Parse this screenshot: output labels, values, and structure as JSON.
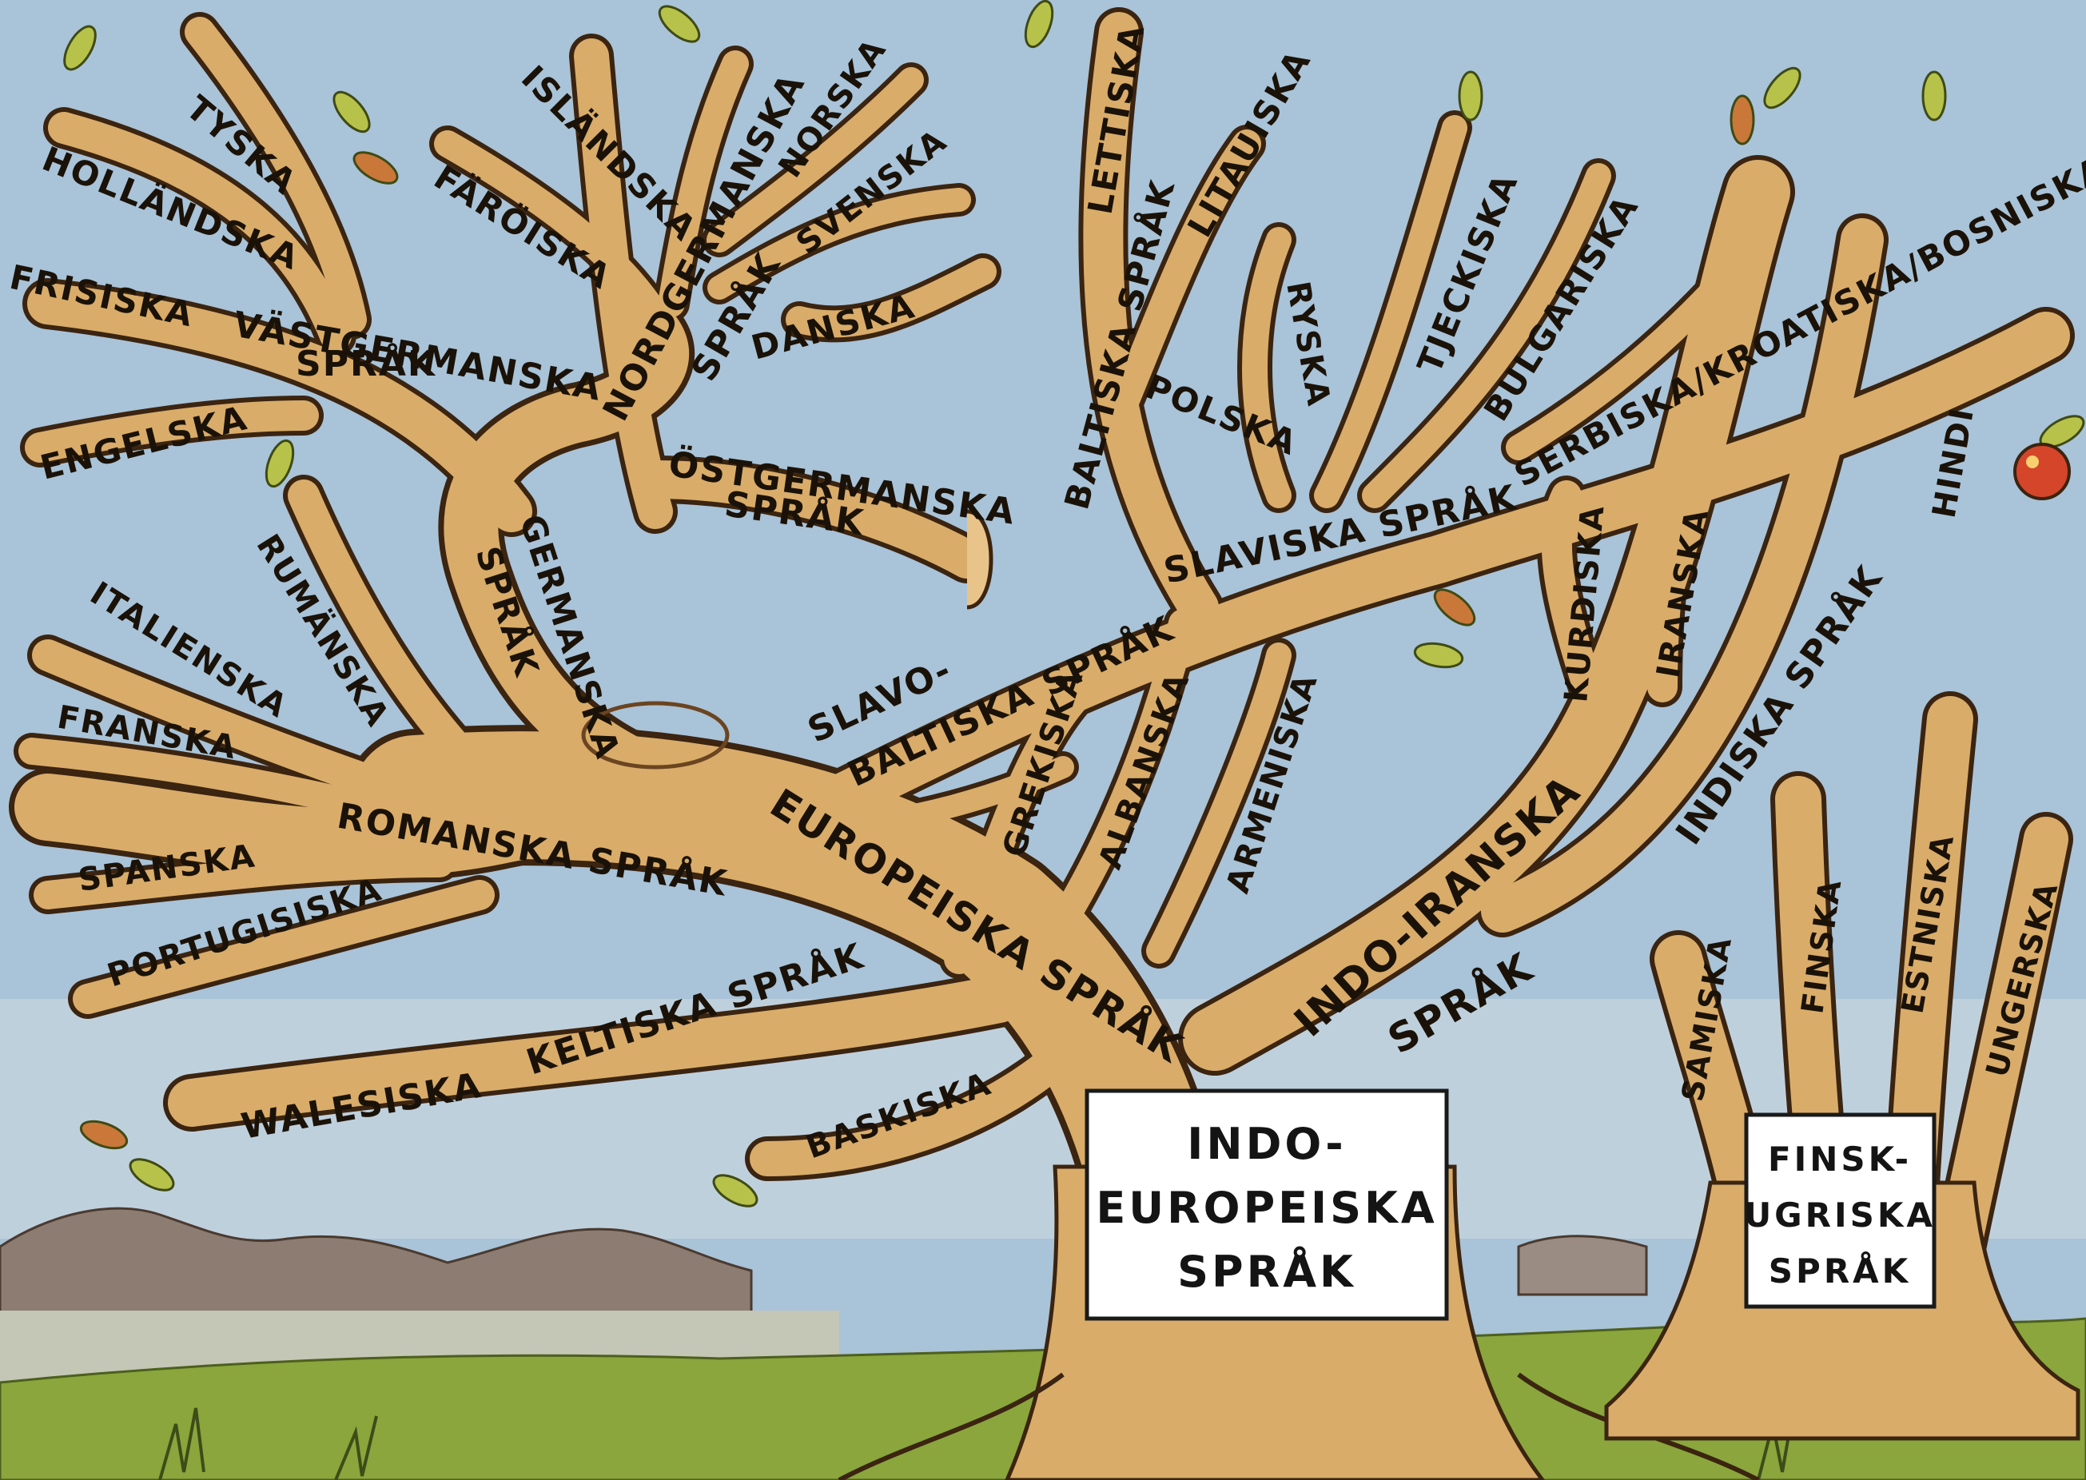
{
  "colors": {
    "sky": "#a9c3d8",
    "branch": "#d9ac6a",
    "branch_outline": "#3b2410",
    "grass": "#8aa63c",
    "mountain": "#8c7c72",
    "water": "#c4c6b6",
    "sign": "#ffffff",
    "leaf": "#b6c24a",
    "apple": "#d4452a"
  },
  "signs": {
    "indo_european": [
      "INDO-",
      "EUROPEISKA",
      "SPRÅK"
    ],
    "finno_ugric": [
      "FINSK-",
      "UGRISKA",
      "SPRÅK"
    ]
  },
  "labels": {
    "hollandska": "HOLLÄNDSKA",
    "tyska": "TYSKA",
    "frisiska": "FRISISKA",
    "vastgermanska": "VÄSTGERMANSKA",
    "vastgermanska_sprak": "SPRÅK",
    "engelska": "ENGELSKA",
    "islandska": "ISLÄNDSKA",
    "faroiska": "FÄRÖISKA",
    "nordgermanska": "NORDGERMANSKA",
    "nordgermanska_sprak": "SPRÅK",
    "norska": "NORSKA",
    "svenska": "SVENSKA",
    "danska": "DANSKA",
    "ostgermanska": "ÖSTGERMANSKA",
    "ostgermanska_sprak": "SPRÅK",
    "germanska": "GERMANSKA",
    "germanska_sprak": "SPRÅK",
    "lettiska": "LETTISKA",
    "baltiska": "BALTISKA SPRÅK",
    "litauiska": "LITAUISKA",
    "polska": "POLSKA",
    "ryska": "RYSKA",
    "tjeckiska": "TJECKISKA",
    "bulgariska": "BULGARISKA",
    "serbiska": "SERBISKA/KROATISKA/BOSNISKA",
    "slaviska": "SLAVISKA SPRÅK",
    "slavo": "SLAVO-",
    "slavo_baltiska": "BALTISKA SPRÅK",
    "rumanska": "RUMÄNSKA",
    "italienska": "ITALIENSKA",
    "franska": "FRANSKA",
    "spanska": "SPANSKA",
    "portugisiska": "PORTUGISISKA",
    "romanska": "ROMANSKA SPRÅK",
    "europeiska": "EUROPEISKA SPRÅK",
    "grekiska": "GREKISKA",
    "albanska": "ALBANSKA",
    "armeniska": "ARMENISKA",
    "kurdiska": "KURDISKA",
    "iranska": "IRANSKA",
    "hindi": "HINDI",
    "indiska": "INDISKA SPRÅK",
    "indo_iranska": "INDO-IRANSKA",
    "indo_iranska_sprak": "SPRÅK",
    "keltiska": "KELTISKA SPRÅK",
    "walesiska": "WALESISKA",
    "baskiska": "BASKISKA",
    "samiska": "SAMISKA",
    "finska": "FINSKA",
    "estniska": "ESTNISKA",
    "ungerska": "UNGERSKA"
  }
}
